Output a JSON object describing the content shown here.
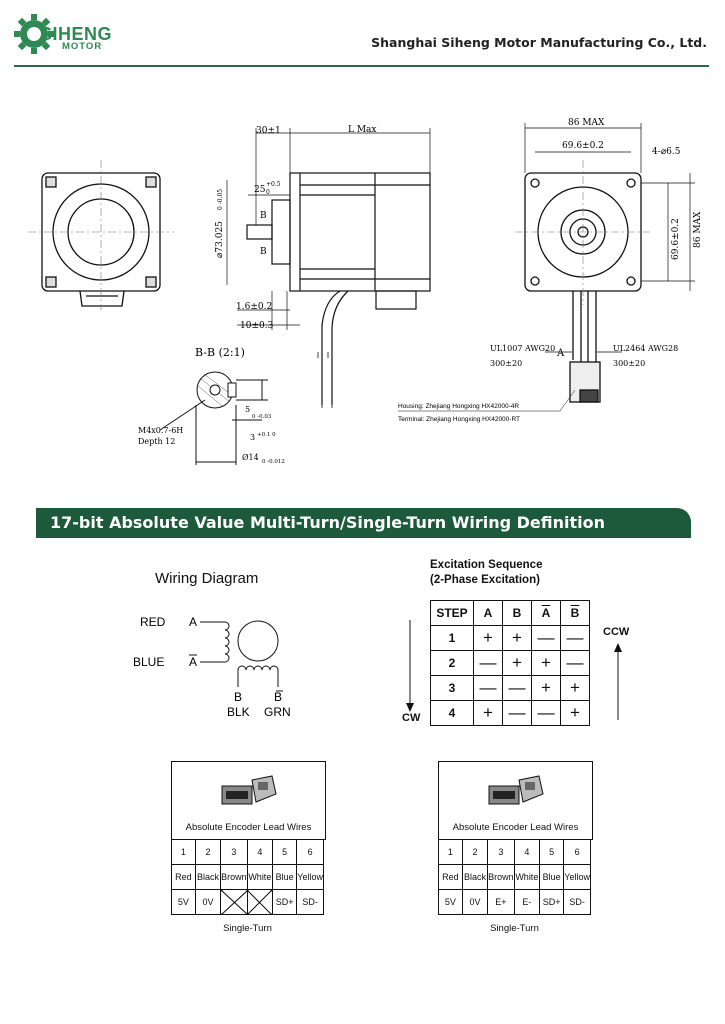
{
  "header": {
    "logo_main": "SIHENG",
    "logo_sub": "MOTOR",
    "company": "Shanghai Siheng Motor Manufacturing Co., Ltd."
  },
  "drawing": {
    "dim_30": "30±1",
    "dim_L": "L Max",
    "dim_25": "25",
    "dim_25_tol": "+0.5",
    "dim_25_tol2": "0",
    "dim_phi73": "⌀73.025",
    "dim_phi73_tol": "0 -0.05",
    "label_b_top": "B",
    "label_b_bot": "B",
    "dim_16": "1.6±0.2",
    "dim_10": "10±0.3",
    "dim_86max_top": "86 MAX",
    "dim_696_top": "69.6±0.2",
    "dim_holes": "4-⌀6.5",
    "dim_696_side": "69.6±0.2",
    "dim_86max_side": "86 MAX",
    "wire_left": "UL1007 AWG20",
    "wire_left_len": "300±20",
    "wire_right": "UL2464 AWG28",
    "wire_right_len": "300±20",
    "label_a": "A",
    "housing": "Housing: Zhejiang Hongxing HX42000-4R",
    "terminal": "Terminal: Zhejiang Hongxing HX42000-RT",
    "section_title": "B-B (2:1)",
    "dim_5": "5",
    "dim_5_tol": "0 -0.03",
    "dim_3": "3",
    "dim_3_tol": "+0.1 0",
    "dim_14": "Ø14",
    "dim_14_tol": "0 -0.012",
    "thread": "M4x0.7-6H",
    "depth": "Depth 12"
  },
  "banner": {
    "title": "17-bit Absolute Value Multi-Turn/Single-Turn Wiring Definition"
  },
  "wiring": {
    "title": "Wiring Diagram",
    "red": "RED",
    "blue": "BLUE",
    "a": "A",
    "a_bar": "A",
    "b_left": "B",
    "b_right": "B",
    "blk": "BLK",
    "grn": "GRN"
  },
  "excitation": {
    "title1": "Excitation Sequence",
    "title2": "(2-Phase Excitation)",
    "headers": [
      "STEP",
      "A",
      "B",
      "A",
      "B"
    ],
    "rows": [
      [
        "1",
        "+",
        "+",
        "—",
        "—"
      ],
      [
        "2",
        "—",
        "+",
        "+",
        "—"
      ],
      [
        "3",
        "—",
        "—",
        "+",
        "+"
      ],
      [
        "4",
        "+",
        "—",
        "—",
        "+"
      ]
    ],
    "ccw": "CCW",
    "cw": "CW"
  },
  "encoders": [
    {
      "title": "Absolute Encoder Lead Wires",
      "pins": [
        "1",
        "2",
        "3",
        "4",
        "5",
        "6"
      ],
      "colors": [
        "Red",
        "Black",
        "Brown",
        "White",
        "Blue",
        "Yellow"
      ],
      "signals": [
        "5V",
        "0V",
        "",
        "",
        "SD+",
        "SD-"
      ],
      "caption": "Single-Turn"
    },
    {
      "title": "Absolute Encoder Lead Wires",
      "pins": [
        "1",
        "2",
        "3",
        "4",
        "5",
        "6"
      ],
      "colors": [
        "Red",
        "Black",
        "Brown",
        "White",
        "Blue",
        "Yellow"
      ],
      "signals": [
        "5V",
        "0V",
        "E+",
        "E-",
        "SD+",
        "SD-"
      ],
      "caption": "Single-Turn"
    }
  ]
}
